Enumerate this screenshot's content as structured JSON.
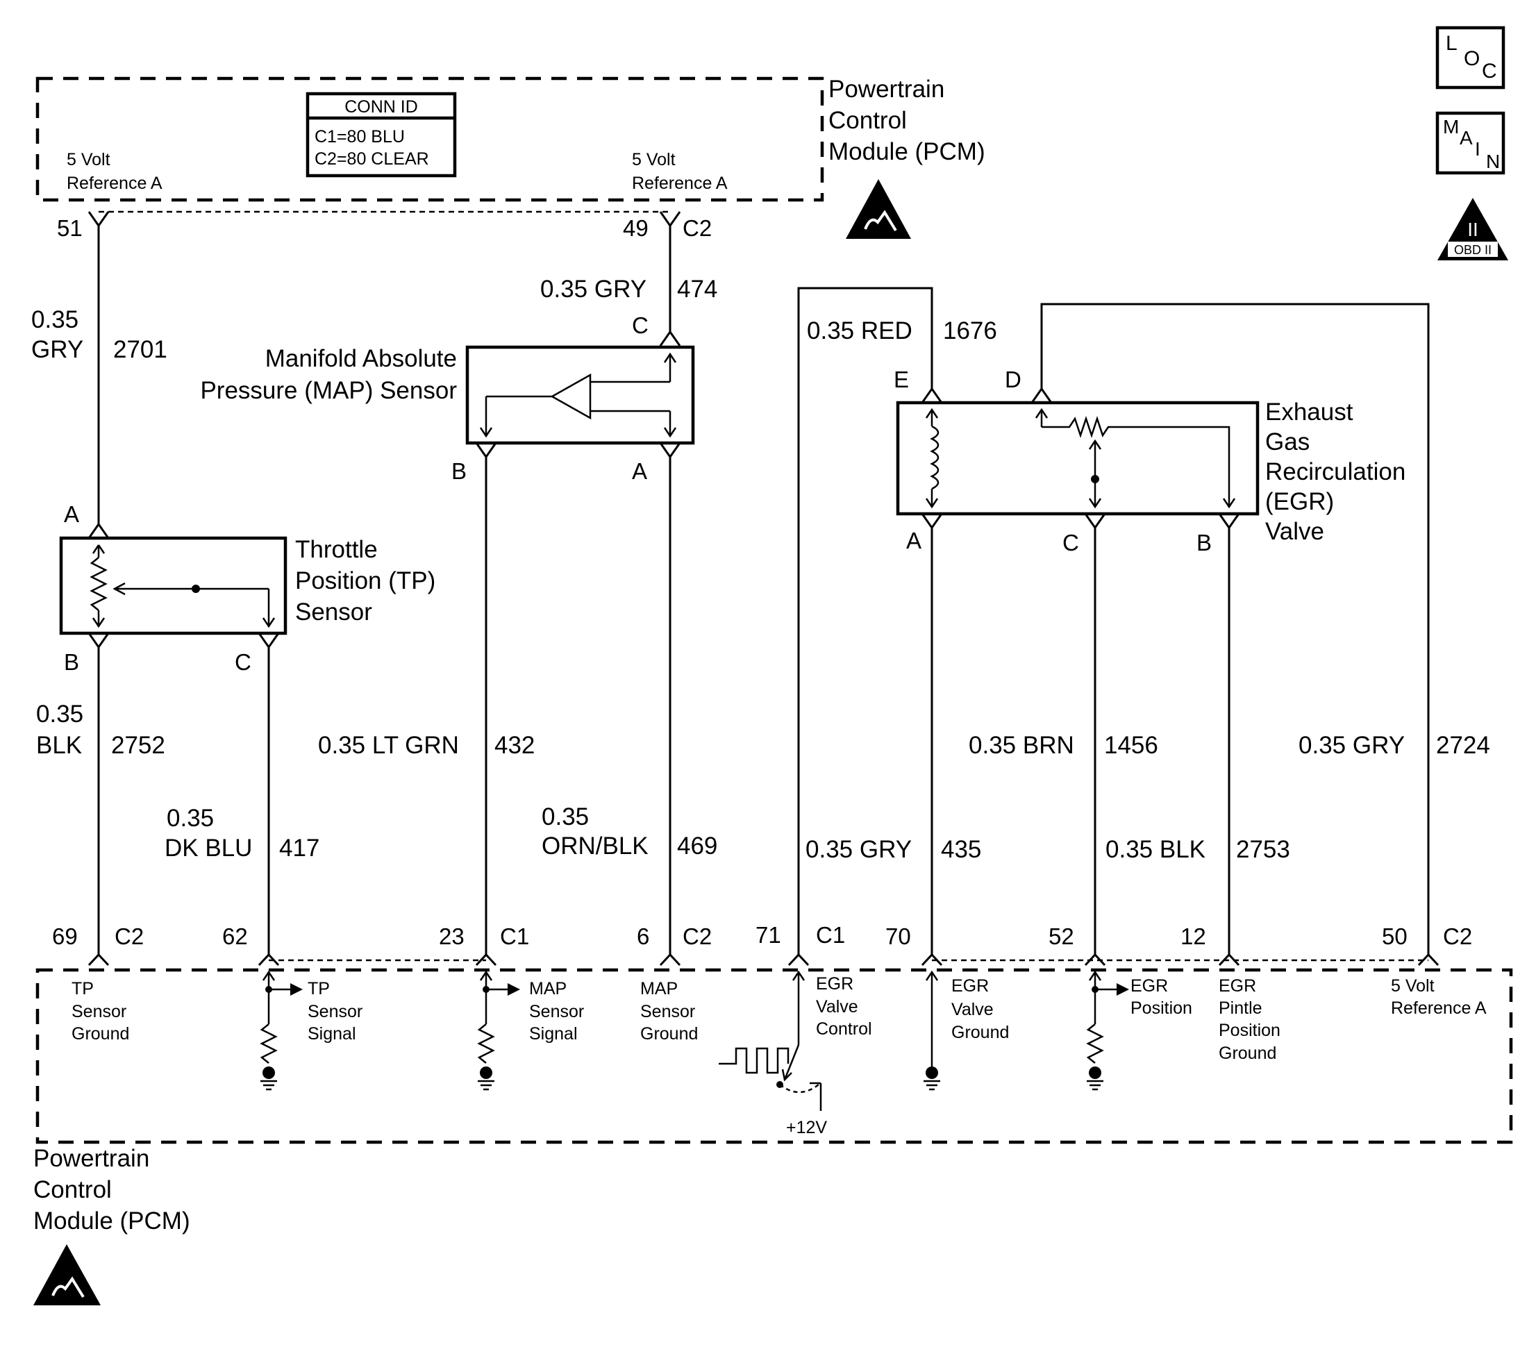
{
  "pcm_top": {
    "title_line1": "Powertrain",
    "title_line2": "Control",
    "title_line3": "Module (PCM)",
    "left_label_line1": "5 Volt",
    "left_label_line2": "Reference A",
    "right_label_line1": "5 Volt",
    "right_label_line2": "Reference A",
    "conn_id": {
      "header": "CONN ID",
      "c1": "C1=80 BLU",
      "c2": "C2=80 CLEAR"
    }
  },
  "pcm_bottom": {
    "title_line1": "Powertrain",
    "title_line2": "Control",
    "title_line3": "Module (PCM)",
    "labels": {
      "tp_ground": [
        "TP",
        "Sensor",
        "Ground"
      ],
      "tp_signal": [
        "TP",
        "Sensor",
        "Signal"
      ],
      "map_signal": [
        "MAP",
        "Sensor",
        "Signal"
      ],
      "map_ground": [
        "MAP",
        "Sensor",
        "Ground"
      ],
      "egr_control": [
        "EGR",
        "Valve",
        "Control"
      ],
      "egr_valve_ground": [
        "EGR",
        "Valve",
        "Ground"
      ],
      "egr_position": [
        "EGR",
        "Position"
      ],
      "egr_pintle_ground": [
        "EGR",
        "Pintle",
        "Position",
        "Ground"
      ],
      "ref_a": [
        "5 Volt",
        "Reference A"
      ],
      "plus12v": "+12V"
    }
  },
  "icons": {
    "loc": [
      "L",
      "O",
      "C"
    ],
    "main": [
      "M",
      "A",
      "I",
      "N"
    ],
    "obd": {
      "top": "II",
      "bottom": "OBD II"
    }
  },
  "components": {
    "tp_sensor": [
      "Throttle",
      "Position (TP)",
      "Sensor"
    ],
    "map_sensor": [
      "Manifold  Absolute",
      "Pressure (MAP) Sensor"
    ],
    "egr_valve": [
      "Exhaust",
      "Gas",
      "Recirculation",
      "(EGR)",
      "Valve"
    ]
  },
  "connector_letters": {
    "tp_a": "A",
    "tp_b": "B",
    "tp_c": "C",
    "map_c": "C",
    "map_b": "B",
    "map_a": "A",
    "egr_e": "E",
    "egr_d": "D",
    "egr_a": "A",
    "egr_c": "C",
    "egr_b": "B"
  },
  "top_pins": {
    "p51": "51",
    "p49": "49",
    "c2": "C2"
  },
  "bottom_pins": {
    "p69": "69",
    "c2a": "C2",
    "p62": "62",
    "p23": "23",
    "c1a": "C1",
    "p6": "6",
    "c2b": "C2",
    "p71": "71",
    "c1b": "C1",
    "p70": "70",
    "p52": "52",
    "p12": "12",
    "p50": "50",
    "c2c": "C2"
  },
  "wires": {
    "w2701_size": "0.35",
    "w2701_color": "GRY",
    "w2701_num": "2701",
    "w474_label": "0.35 GRY",
    "w474_num": "474",
    "w1676_label": "0.35 RED",
    "w1676_num": "1676",
    "w2752_size": "0.35",
    "w2752_color": "BLK",
    "w2752_num": "2752",
    "w417_size": "0.35",
    "w417_color": "DK BLU",
    "w417_num": "417",
    "w432_label": "0.35 LT GRN",
    "w432_num": "432",
    "w469_size": "0.35",
    "w469_color": "ORN/BLK",
    "w469_num": "469",
    "w435_label": "0.35 GRY",
    "w435_num": "435",
    "w1456_label": "0.35 BRN",
    "w1456_num": "1456",
    "w2753_label": "0.35 BLK",
    "w2753_num": "2753",
    "w2724_label": "0.35 GRY",
    "w2724_num": "2724"
  }
}
